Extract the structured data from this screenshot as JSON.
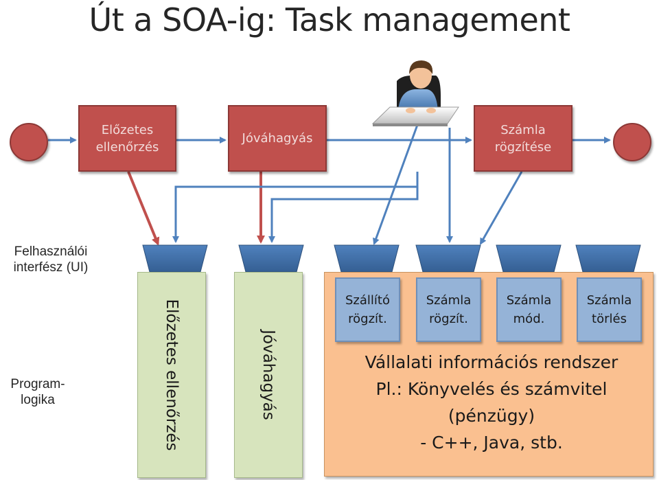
{
  "title": "Út a SOA-ig: Task management",
  "process": {
    "step1": "Előzetes ellenőrzés",
    "step2": "Jóváhagyás",
    "step3": "Számla rögzítése"
  },
  "side_labels": {
    "ui": "Felhasználói interfész (UI)",
    "logic": "Program-logika"
  },
  "columns": {
    "col1": "Előzetes ellenőrzés",
    "col2": "Jóváhagyás"
  },
  "services": {
    "s1": "Szállító rögzít.",
    "s2": "Számla rögzít.",
    "s3": "Számla mód.",
    "s4": "Számla törlés"
  },
  "erp": {
    "line1": "Vállalati információs rendszer",
    "line2": "Pl.: Könyvelés és számvitel",
    "line3": "(pénzügy)",
    "line4": "- C++, Java, stb."
  },
  "colors": {
    "process_red": "#c0504d",
    "arrow_blue": "#4f81bd",
    "logic_green": "#d7e4bd",
    "erp_orange": "#fac090",
    "service_blue": "#95b3d7"
  }
}
